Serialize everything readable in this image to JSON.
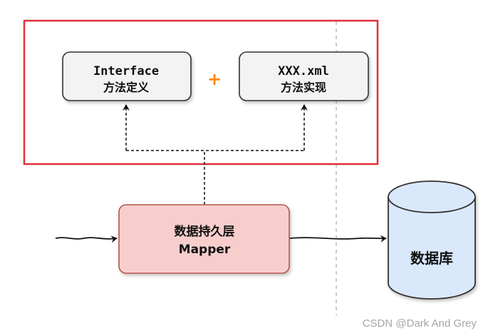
{
  "interface_box": {
    "line1": "Interface",
    "line2": "方法定义"
  },
  "plus_sign": "+",
  "xml_box": {
    "line1": "XXX.xml",
    "line2": "方法实现"
  },
  "mapper_box": {
    "line1": "数据持久层",
    "line2": "Mapper"
  },
  "database": {
    "label": "数据库"
  },
  "watermark": "CSDN @Dark And Grey",
  "colors": {
    "group_border": "#e0303a",
    "card_fill": "#f3f3f3",
    "card_stroke": "#333333",
    "mapper_fill": "#f8cecc",
    "mapper_stroke": "#b85450",
    "db_fill": "#dae8fc",
    "db_stroke": "#333333",
    "plus": "#ff8800",
    "divider": "#bbbbbb",
    "watermark": "#a6a6a6"
  }
}
